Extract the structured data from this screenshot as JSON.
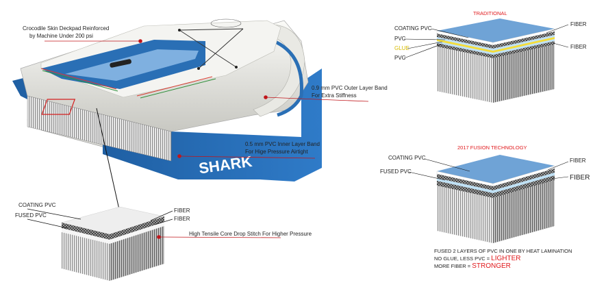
{
  "colors": {
    "board_blue": "#2a6fb5",
    "top_blue": "#6fa3d6",
    "callout_red": "#c0151a",
    "glue_yellow": "#f2dc3a",
    "title_red": "#e0181b"
  },
  "board": {
    "deck_callout": [
      "Crocodile Skin Deckpad Reinforced",
      "by Machine Under 200 psi"
    ],
    "outer_band_callout": [
      "0.9 mm PVC Outer Layer Band",
      "For Extra Stiffness"
    ],
    "inner_band_callout": [
      "0.5 mm PVC Inner Layer Band",
      "For Hige Pressure Airtight"
    ],
    "side_brand": "SHARK"
  },
  "bottom_block": {
    "coating_label": "COATING  PVC",
    "fused_label": "FUSED PVC",
    "fiber1": "FIBER",
    "fiber2": "FIBER",
    "stitch_callout": "High Tensile Core Drop Stitch For Higher Pressure"
  },
  "traditional": {
    "title": "TRADITIONAL",
    "coating_label": "COATING  PVC",
    "pvc1": "PVC",
    "glue": "GLUE",
    "pvc2": "PVC",
    "fiber1": "FIBER",
    "fiber2": "FIBER"
  },
  "fusion": {
    "title": "2017 FUSION TECHNOLOGY",
    "coating_label": "COATING  PVC",
    "fused_label": "FUSED PVC",
    "fiber1": "FIBER",
    "fiber2": "FIBER",
    "note1": "FUSED 2 LAYERS OF PVC IN ONE BY HEAT LAMINATION",
    "note2_prefix": "NO GLUE, LESS PVC = ",
    "note2_emph": "LIGHTER",
    "note3_prefix": "MORE FIBER = ",
    "note3_emph": "STRONGER"
  }
}
